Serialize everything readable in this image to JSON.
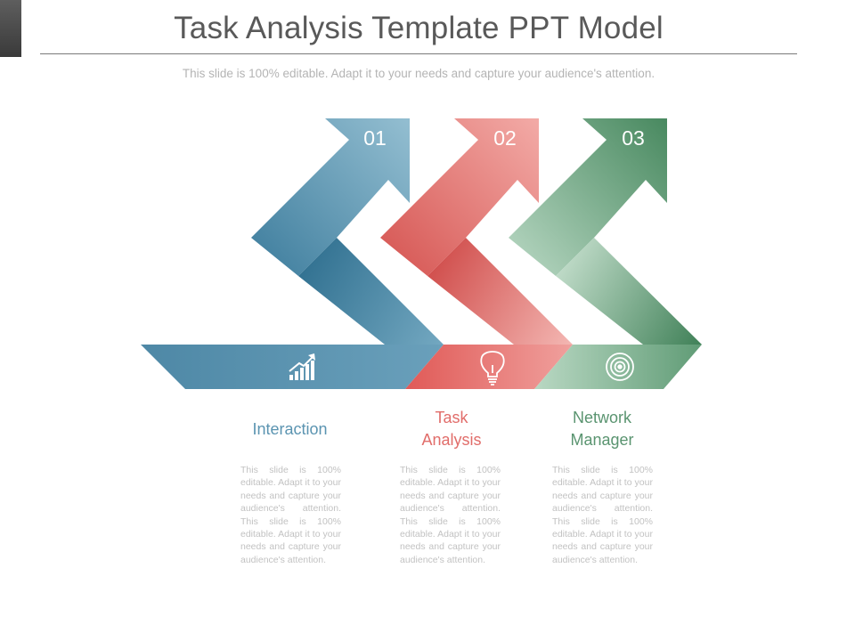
{
  "slide": {
    "title": "Task Analysis Template PPT Model",
    "subtitle": "This slide is 100% editable. Adapt it to your needs and capture your audience's attention."
  },
  "steps": [
    {
      "number": "01",
      "title": "Interaction",
      "icon": "growth-chart-icon",
      "color": "#5b94b1",
      "body": "This slide is 100% editable. Adapt it to your needs and capture your audience's attention. This slide is 100% editable. Adapt it to your needs and capture your audience's attention."
    },
    {
      "number": "02",
      "title": "Task Analysis",
      "icon": "lightbulb-icon",
      "color": "#e16d6a",
      "body": "This slide is 100% editable. Adapt it to your needs and capture your audience's attention. This slide is 100% editable. Adapt it to your needs and capture your audience's attention."
    },
    {
      "number": "03",
      "title": "Network Manager",
      "icon": "target-icon",
      "color": "#5a9470",
      "body": "This slide is 100% editable. Adapt it to your needs and capture your audience's attention. This slide is 100% editable. Adapt it to your needs and capture your audience's attention."
    }
  ]
}
